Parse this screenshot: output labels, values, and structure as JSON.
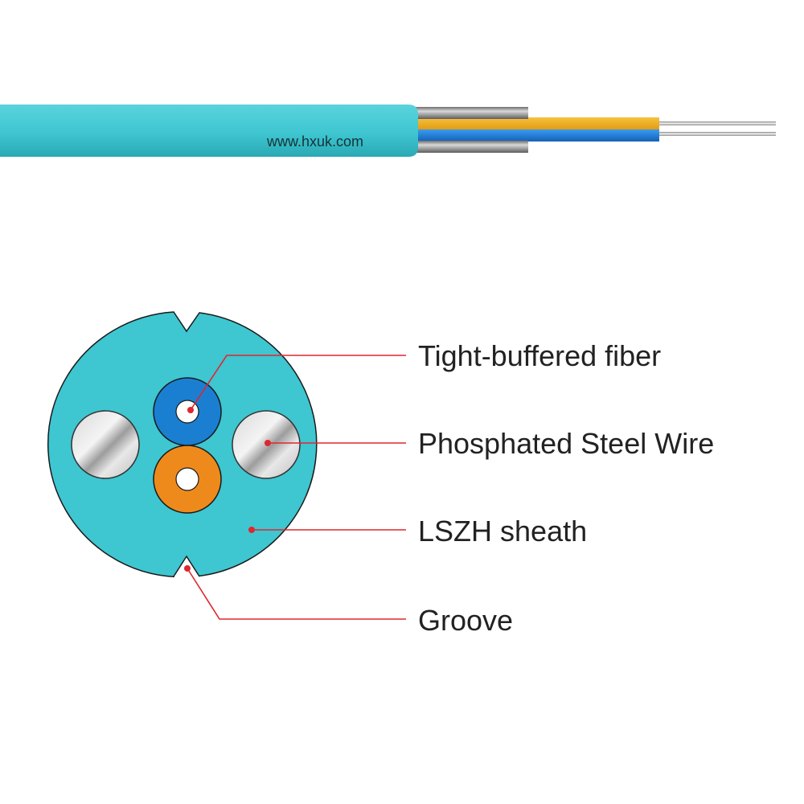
{
  "cable_print": "www.hxuk.com",
  "labels": {
    "fiber": "Tight-buffered fiber",
    "steel": "Phosphated Steel Wire",
    "sheath": "LSZH sheath",
    "groove": "Groove"
  },
  "colors": {
    "sheath": "#3ec6d1",
    "sheath_dark": "#2fb3be",
    "buffer_blue": "#1a7fd1",
    "buffer_orange": "#ee8a1c",
    "steel": "#c9c9c9",
    "leader_line": "#e0262e",
    "label_text": "#222222"
  }
}
